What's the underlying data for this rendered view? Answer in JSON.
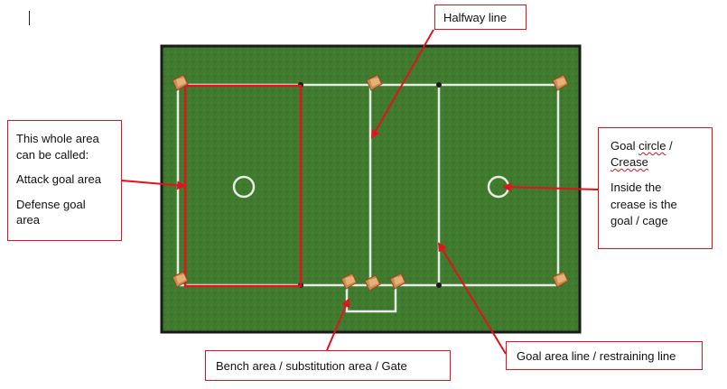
{
  "labels": {
    "halfway": "Halfway line",
    "area": {
      "line1": "This whole area",
      "line2": "can be called:",
      "line3": "Attack goal area",
      "line4": "Defense goal",
      "line5": "area"
    },
    "crease": {
      "line1_word1": "Goal",
      "line1_word2": "circle",
      "line1_tail": " /",
      "line2": "Crease",
      "line3": "Inside the",
      "line4": "crease is the",
      "line5": "goal / cage"
    },
    "bench": "Bench area / substitution area / Gate",
    "restraining": "Goal area line / restraining line"
  },
  "colors": {
    "grass": "#3f7a2e",
    "line": "#e8ece4",
    "callout_border": "#e2131c",
    "arrow": "#e2131c",
    "border": "#1a1a1a",
    "cone": "#d08a4e"
  },
  "icons": [
    "cone-icon",
    "goal-crease-icon",
    "arrow-icon"
  ]
}
